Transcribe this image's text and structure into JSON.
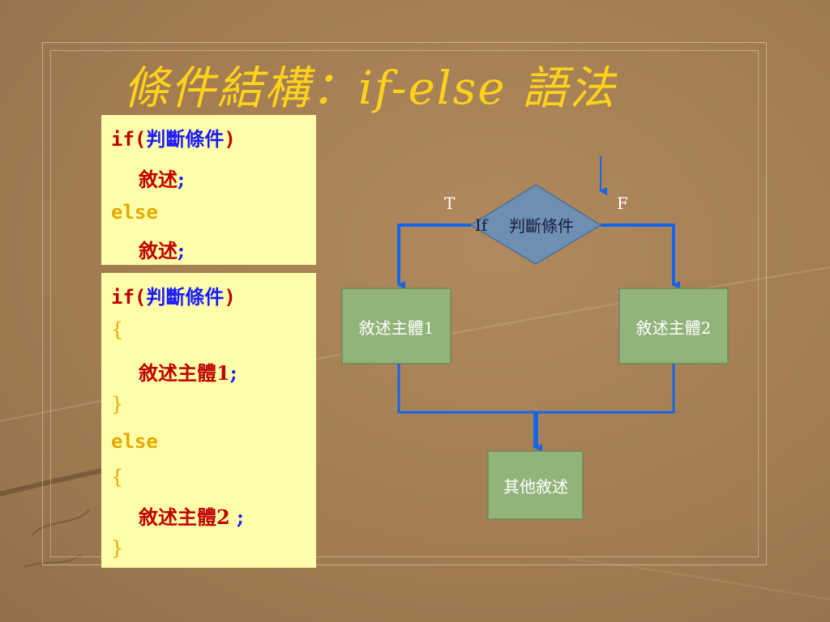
{
  "title": "條件結構：if-else 語法",
  "code1": {
    "if_kw": "if(",
    "cond": "判斷條件",
    "close": ")",
    "stmt1": "敘述",
    "semi1": ";",
    "else_kw": "else",
    "stmt2": "敘述",
    "semi2": ";"
  },
  "code2": {
    "if_kw": "if(",
    "cond": "判斷條件",
    "close": ")",
    "brace_open1": "{",
    "body1": "敘述主體1",
    "semi1": ";",
    "brace_close1": "}",
    "else_kw": "else",
    "brace_open2": "{",
    "body2": "敘述主體2",
    "semi2": " ;",
    "brace_close2": "}"
  },
  "flowchart": {
    "true_label": "T",
    "false_label": "F",
    "if_label": "If",
    "condition": "判斷條件",
    "body1": "敘述主體1",
    "body2": "敘述主體2",
    "other": "其他敘述"
  },
  "colors": {
    "title": "#ffd21a",
    "code_bg": "#ffffaa",
    "arrow": "#1565e6",
    "diamond": "#6e8fb4",
    "box": "#92b47a"
  }
}
